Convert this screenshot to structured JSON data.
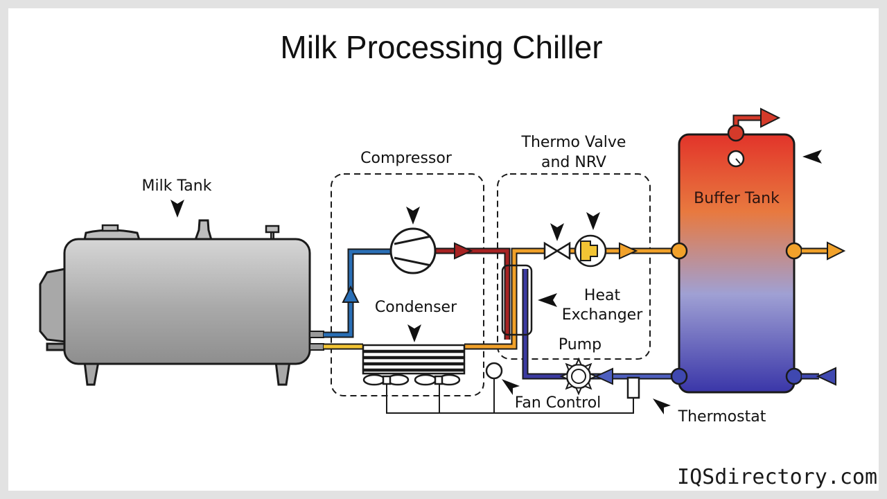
{
  "title": "Milk Processing Chiller",
  "labels": {
    "milk_tank": "Milk Tank",
    "compressor": "Compressor",
    "thermo_valve_line1": "Thermo Valve",
    "thermo_valve_line2": "and NRV",
    "buffer_tank": "Buffer Tank",
    "condenser": "Condenser",
    "heat_exchanger_line1": "Heat",
    "heat_exchanger_line2": "Exchanger",
    "pump": "Pump",
    "fan_control": "Fan Control",
    "thermostat": "Thermostat"
  },
  "watermark": "IQSdirectory.com",
  "colors": {
    "frame": "#e2e2e2",
    "outline": "#1a1a1a",
    "hot_red": "#a72323",
    "warm_orange": "#f1a12a",
    "cold_blue": "#2a6fb6",
    "return_purple": "#4e5fbf",
    "tank_gray": "#a8a8a8",
    "buffer_top": "#e63a23",
    "buffer_mid": "#9a9bcf",
    "buffer_bottom": "#3b3aa9"
  }
}
